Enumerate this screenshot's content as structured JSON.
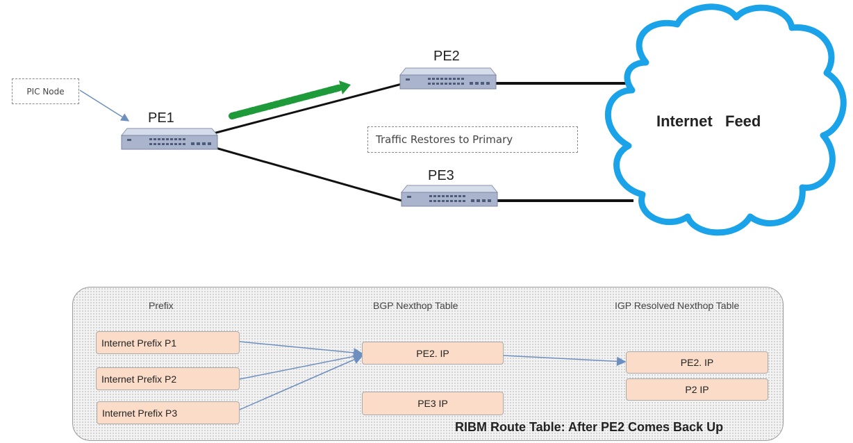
{
  "topology": {
    "pic_node_label": "PIC Node",
    "pe1_label": "PE1",
    "pe2_label": "PE2",
    "pe3_label": "PE3",
    "cloud_label": "Internet   Feed",
    "traffic_note": "Traffic Restores to Primary",
    "cloud_color": "#1aa3e8",
    "traffic_arrow_color": "#1e9a3a"
  },
  "ribm": {
    "prefix_header": "Prefix",
    "bgp_header": "BGP Nexthop Table",
    "igp_header": "IGP Resolved Nexthop Table",
    "prefixes": [
      "Internet Prefix P1",
      "Internet Prefix P2",
      "Internet Prefix P3"
    ],
    "bgp_nexthops": [
      "PE2. IP",
      "PE3  IP"
    ],
    "igp_nexthops": [
      "PE2. IP",
      "P2  IP"
    ],
    "title": "RIBM Route Table: After PE2 Comes Back Up",
    "box_color": "#fbdcc8",
    "connector_color": "#6d8fc0"
  }
}
